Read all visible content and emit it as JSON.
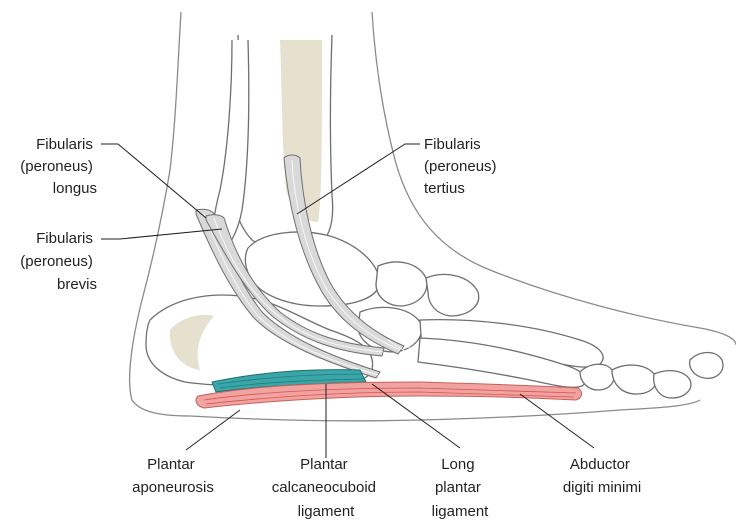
{
  "labels": {
    "fibularis_longus": [
      "Fibularis",
      "(peroneus)",
      "longus"
    ],
    "fibularis_brevis": [
      "Fibularis",
      "(peroneus)",
      "brevis"
    ],
    "fibularis_tertius": [
      "Fibularis",
      "(peroneus)",
      "tertius"
    ],
    "plantar_aponeurosis": [
      "Plantar",
      "aponeurosis"
    ],
    "plantar_calcaneocuboid": [
      "Plantar",
      "calcaneocuboid",
      "ligament"
    ],
    "long_plantar": [
      "Long",
      "plantar",
      "ligament"
    ],
    "abductor_digiti_minimi": [
      "Abductor",
      "digiti minimi"
    ]
  },
  "colors": {
    "outline": "#8a8a8a",
    "tendon": "#d9d9d9",
    "plantar_aponeurosis": "#f0a3a0",
    "long_plantar_ligament": "#3aa6a7",
    "text": "#231f20"
  }
}
